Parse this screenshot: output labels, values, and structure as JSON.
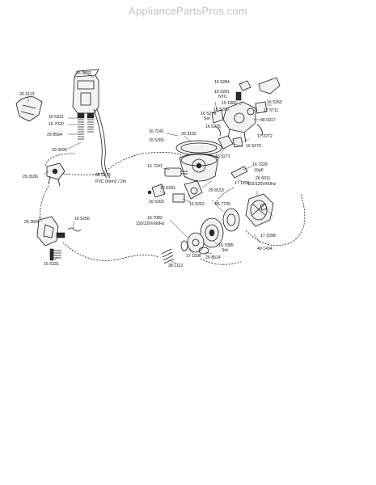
{
  "header": {
    "watermark": "AppliancePartsPros.com"
  },
  "labels": [
    {
      "id": "l263833",
      "text": "26 3833"
    },
    {
      "id": "l263113",
      "text": "26 3113"
    },
    {
      "id": "l165331a",
      "text": "16 5331"
    },
    {
      "id": "l167020",
      "text": "16 7020"
    },
    {
      "id": "l298564",
      "text": "29 8564"
    },
    {
      "id": "l293099",
      "text": "29 3099"
    },
    {
      "id": "l293186",
      "text": "29 3186"
    },
    {
      "id": "l263604",
      "text": "26 3604"
    },
    {
      "id": "l165256",
      "text": "16 5256"
    },
    {
      "id": "l165331b",
      "text": "16 5331"
    },
    {
      "id": "l886373",
      "text": "88 6373"
    },
    {
      "id": "lpvc",
      "text": "PVC 0mm2 / 2m"
    },
    {
      "id": "l165284",
      "text": "16 5284"
    },
    {
      "id": "l165281",
      "text": "16 5281"
    },
    {
      "id": "lntc",
      "text": "NTC"
    },
    {
      "id": "l151866",
      "text": "15 1866"
    },
    {
      "id": "l165290",
      "text": "16 5290"
    },
    {
      "id": "l165263a",
      "text": "16 5263"
    },
    {
      "id": "l175711",
      "text": "17 5711"
    },
    {
      "id": "l165279",
      "text": "16 5279"
    },
    {
      "id": "lset1",
      "text": "Set"
    },
    {
      "id": "l480317",
      "text": "48 0317"
    },
    {
      "id": "l165275",
      "text": "16 5275"
    },
    {
      "id": "l167241a",
      "text": "16 7241"
    },
    {
      "id": "l263102",
      "text": "26 3102"
    },
    {
      "id": "l155265",
      "text": "15 5265"
    },
    {
      "id": "l172272",
      "text": "17 2272"
    },
    {
      "id": "l165273",
      "text": "16 5273"
    },
    {
      "id": "l165271",
      "text": "16 5271"
    },
    {
      "id": "l167241b",
      "text": "16 7241"
    },
    {
      "id": "l167226",
      "text": "16 7226"
    },
    {
      "id": "l10uf",
      "text": "10µF"
    },
    {
      "id": "l171296",
      "text": "17 1296"
    },
    {
      "id": "l266011",
      "text": "26 6011"
    },
    {
      "id": "l110v",
      "text": "110/120V/60Hz"
    },
    {
      "id": "l165331c",
      "text": "16 5331"
    },
    {
      "id": "l268153",
      "text": "26 8153"
    },
    {
      "id": "l165263b",
      "text": "16 5263"
    },
    {
      "id": "l165262",
      "text": "16 5262"
    },
    {
      "id": "l267739",
      "text": "26 7739"
    },
    {
      "id": "l167082",
      "text": "16 7082"
    },
    {
      "id": "l110v2",
      "text": "110/120V/60Hz"
    },
    {
      "id": "l171598a",
      "text": "17 1598"
    },
    {
      "id": "l167085",
      "text": "16 7085"
    },
    {
      "id": "lset2",
      "text": "Set"
    },
    {
      "id": "l491434",
      "text": "49 1434"
    },
    {
      "id": "l171598b",
      "text": "17 1598"
    },
    {
      "id": "l268514",
      "text": "26 8514"
    },
    {
      "id": "l381113",
      "text": "38 1113"
    }
  ]
}
